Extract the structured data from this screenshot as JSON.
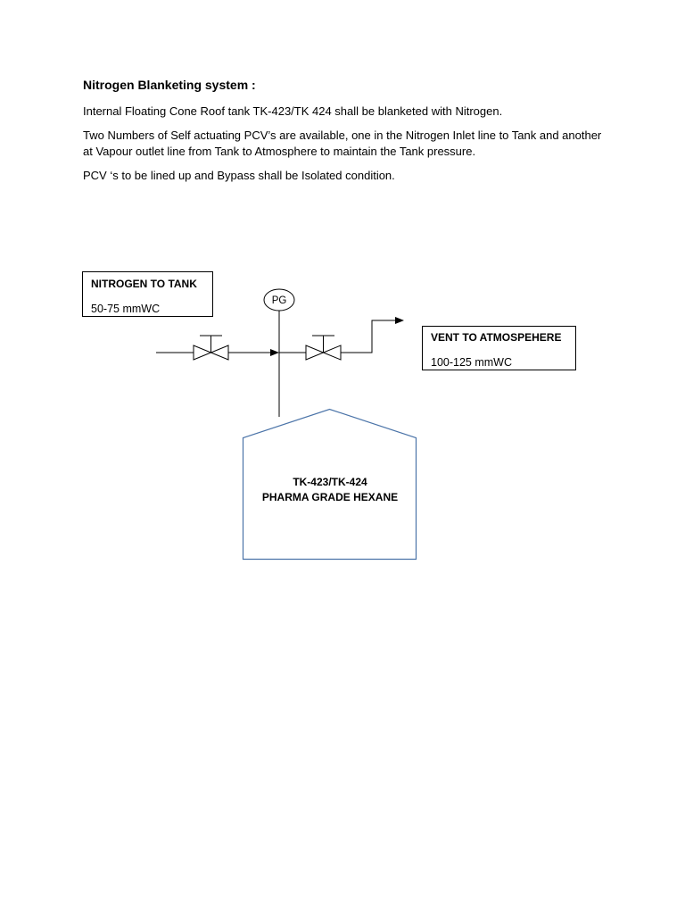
{
  "document": {
    "title": "Nitrogen Blanketing system :",
    "paragraphs": [
      "Internal Floating Cone Roof tank TK-423/TK 424 shall be blanketed with Nitrogen.",
      "Two Numbers of Self actuating PCV’s are available, one in the Nitrogen Inlet line to Tank and another",
      "at Vapour outlet line from Tank to Atmosphere to maintain the Tank pressure.",
      "PCV ‘s to be lined up and Bypass shall be Isolated condition."
    ]
  },
  "diagram": {
    "nitrogen_box": {
      "label": "NITROGEN TO TANK",
      "value": "50-75 mmWC"
    },
    "vent_box": {
      "label": "VENT TO ATMOSPEHERE",
      "value": "100-125 mmWC"
    },
    "pressure_gauge": {
      "label": "PG"
    },
    "tank": {
      "line1": "TK-423/TK-424",
      "line2": "PHARMA GRADE HEXANE",
      "outline_color": "#4a73a8"
    }
  }
}
